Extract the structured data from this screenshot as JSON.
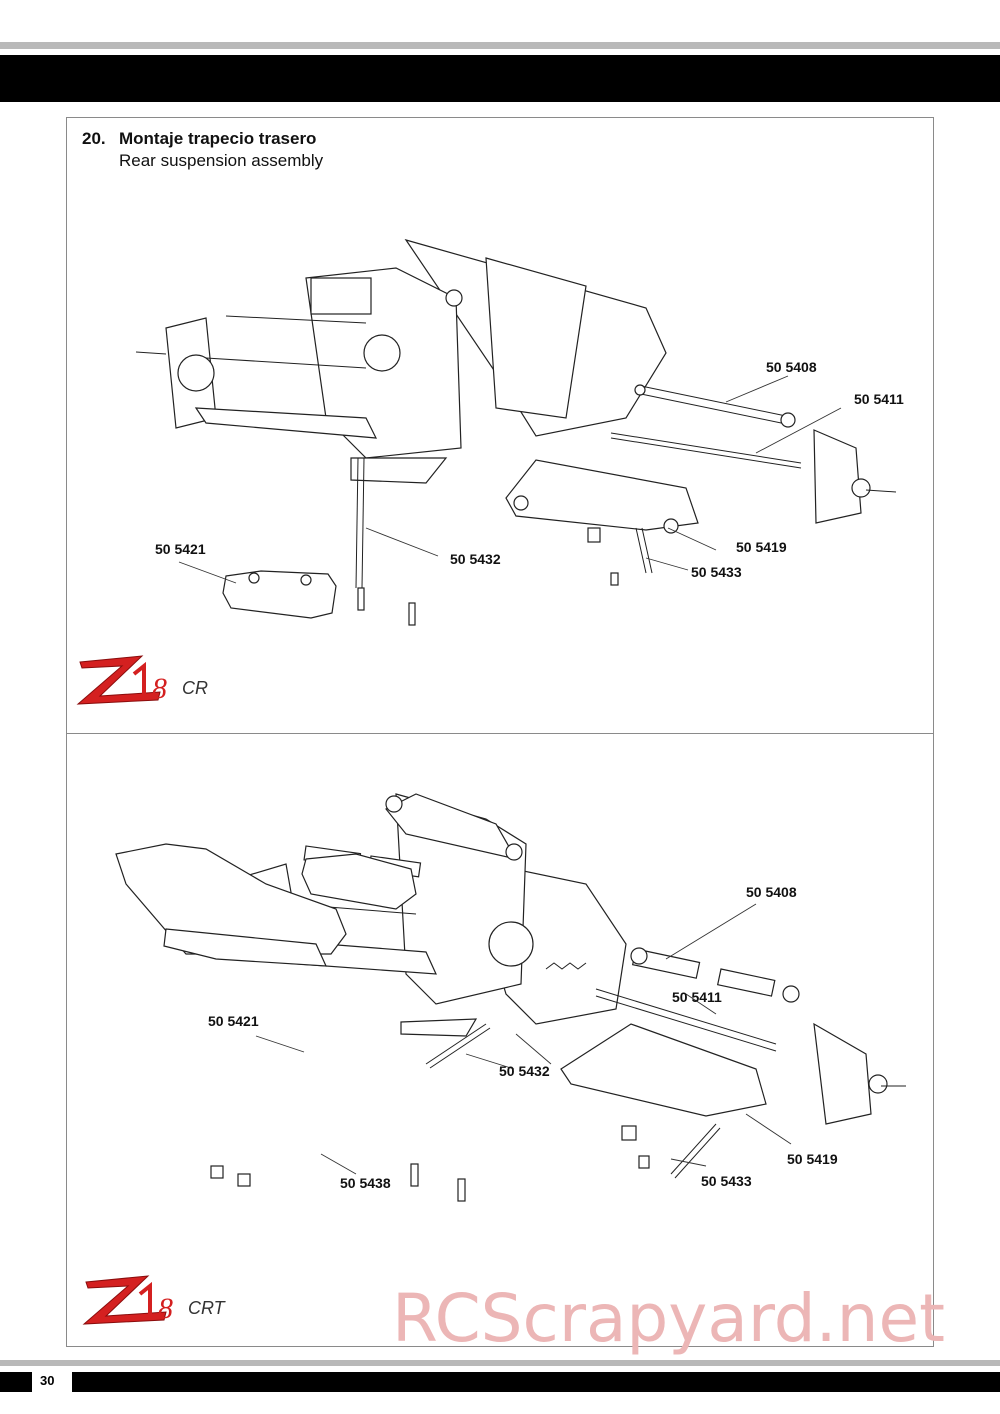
{
  "step": {
    "number": "20.",
    "title_es": "Montaje trapecio trasero",
    "title_en": "Rear suspension assembly"
  },
  "diagram_top": {
    "callouts": [
      "50 5408",
      "50 5411",
      "50 5421",
      "50 5432",
      "50 5419",
      "50 5433"
    ],
    "logo_text": "CR"
  },
  "diagram_bottom": {
    "callouts": [
      "50 5408",
      "50 5411",
      "50 5421",
      "50 5432",
      "50 5438",
      "50 5419",
      "50 5433"
    ],
    "logo_text": "CRT"
  },
  "watermark": "RCScrapyard.net",
  "page_number": "30",
  "colors": {
    "logo_red": "#d42020",
    "watermark": "#ecb6b6",
    "band": "#000000",
    "rule": "#b9b9b9"
  }
}
